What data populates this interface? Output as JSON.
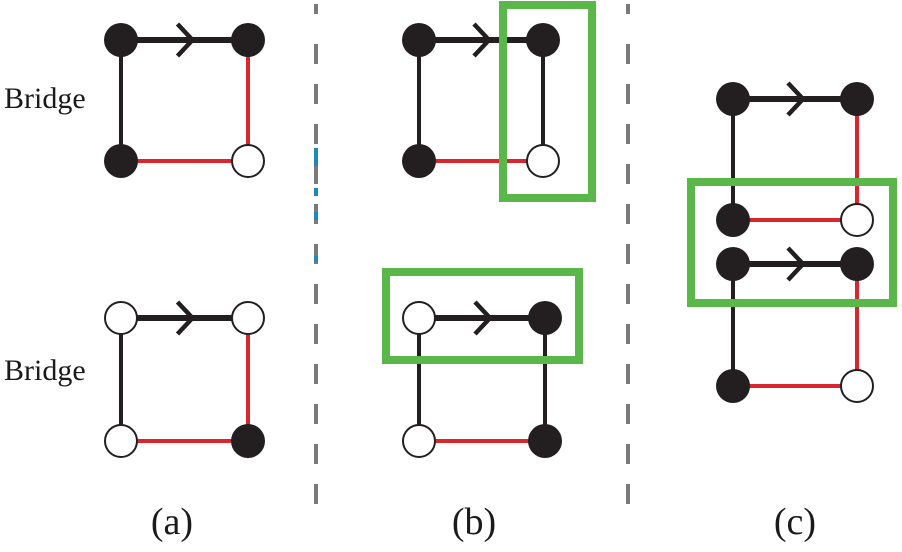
{
  "colors": {
    "node_filled": "#231f20",
    "node_empty": "#ffffff",
    "edge_black": "#231f20",
    "edge_red": "#d7262e",
    "highlight_box": "#5ab74a",
    "divider": "#7a7a7a",
    "divider_accent": "#1b8ab5"
  },
  "row_labels": [
    "Bridge",
    "Bridge"
  ],
  "panel_labels": [
    "(a)",
    "(b)",
    "(c)"
  ],
  "diagrams": [
    {
      "id": "a-top",
      "nodes": [
        {
          "id": "tl",
          "filled": true
        },
        {
          "id": "tr",
          "filled": true
        },
        {
          "id": "bl",
          "filled": true
        },
        {
          "id": "br",
          "filled": false
        }
      ],
      "edges": [
        {
          "from": "tl",
          "to": "tr",
          "color": "black",
          "directed": true
        },
        {
          "from": "tl",
          "to": "bl",
          "color": "black",
          "directed": false
        },
        {
          "from": "tr",
          "to": "br",
          "color": "red",
          "directed": false
        },
        {
          "from": "bl",
          "to": "br",
          "color": "red",
          "directed": false
        }
      ]
    },
    {
      "id": "a-bottom",
      "nodes": [
        {
          "id": "tl",
          "filled": false
        },
        {
          "id": "tr",
          "filled": false
        },
        {
          "id": "bl",
          "filled": false
        },
        {
          "id": "br",
          "filled": true
        }
      ],
      "edges": [
        {
          "from": "tl",
          "to": "tr",
          "color": "black",
          "directed": true
        },
        {
          "from": "tl",
          "to": "bl",
          "color": "black",
          "directed": false
        },
        {
          "from": "tr",
          "to": "br",
          "color": "red",
          "directed": false
        },
        {
          "from": "bl",
          "to": "br",
          "color": "red",
          "directed": false
        }
      ]
    },
    {
      "id": "b-top",
      "nodes": [
        {
          "id": "tl",
          "filled": true
        },
        {
          "id": "tr",
          "filled": true
        },
        {
          "id": "bl",
          "filled": true
        },
        {
          "id": "br",
          "filled": false
        }
      ],
      "edges": [
        {
          "from": "tl",
          "to": "tr",
          "color": "black",
          "directed": true
        },
        {
          "from": "tl",
          "to": "bl",
          "color": "black",
          "directed": false
        },
        {
          "from": "tr",
          "to": "br",
          "color": "black",
          "directed": false
        },
        {
          "from": "bl",
          "to": "br",
          "color": "red",
          "directed": false
        }
      ],
      "highlight": "right-column"
    },
    {
      "id": "b-bottom",
      "nodes": [
        {
          "id": "tl",
          "filled": false
        },
        {
          "id": "tr",
          "filled": true
        },
        {
          "id": "bl",
          "filled": false
        },
        {
          "id": "br",
          "filled": true
        }
      ],
      "edges": [
        {
          "from": "tl",
          "to": "tr",
          "color": "black",
          "directed": true
        },
        {
          "from": "tl",
          "to": "bl",
          "color": "black",
          "directed": false
        },
        {
          "from": "tr",
          "to": "br",
          "color": "black",
          "directed": false
        },
        {
          "from": "bl",
          "to": "br",
          "color": "red",
          "directed": false
        }
      ],
      "highlight": "top-row"
    },
    {
      "id": "c",
      "nodes": [
        {
          "id": "r1l",
          "filled": true
        },
        {
          "id": "r1r",
          "filled": true
        },
        {
          "id": "r2l",
          "filled": true
        },
        {
          "id": "r2r",
          "filled": false
        },
        {
          "id": "r3l",
          "filled": true
        },
        {
          "id": "r3r",
          "filled": true
        },
        {
          "id": "r4l",
          "filled": true
        },
        {
          "id": "r4r",
          "filled": false
        }
      ],
      "edges": [
        {
          "from": "r1l",
          "to": "r1r",
          "color": "black",
          "directed": true
        },
        {
          "from": "r1l",
          "to": "r2l",
          "color": "black",
          "directed": false
        },
        {
          "from": "r1r",
          "to": "r2r",
          "color": "red",
          "directed": false
        },
        {
          "from": "r2l",
          "to": "r2r",
          "color": "red",
          "directed": false
        },
        {
          "from": "r3l",
          "to": "r3r",
          "color": "black",
          "directed": true
        },
        {
          "from": "r3l",
          "to": "r4l",
          "color": "black",
          "directed": false
        },
        {
          "from": "r3r",
          "to": "r4r",
          "color": "red",
          "directed": false
        },
        {
          "from": "r4l",
          "to": "r4r",
          "color": "red",
          "directed": false
        }
      ],
      "highlight": "middle-rows"
    }
  ]
}
